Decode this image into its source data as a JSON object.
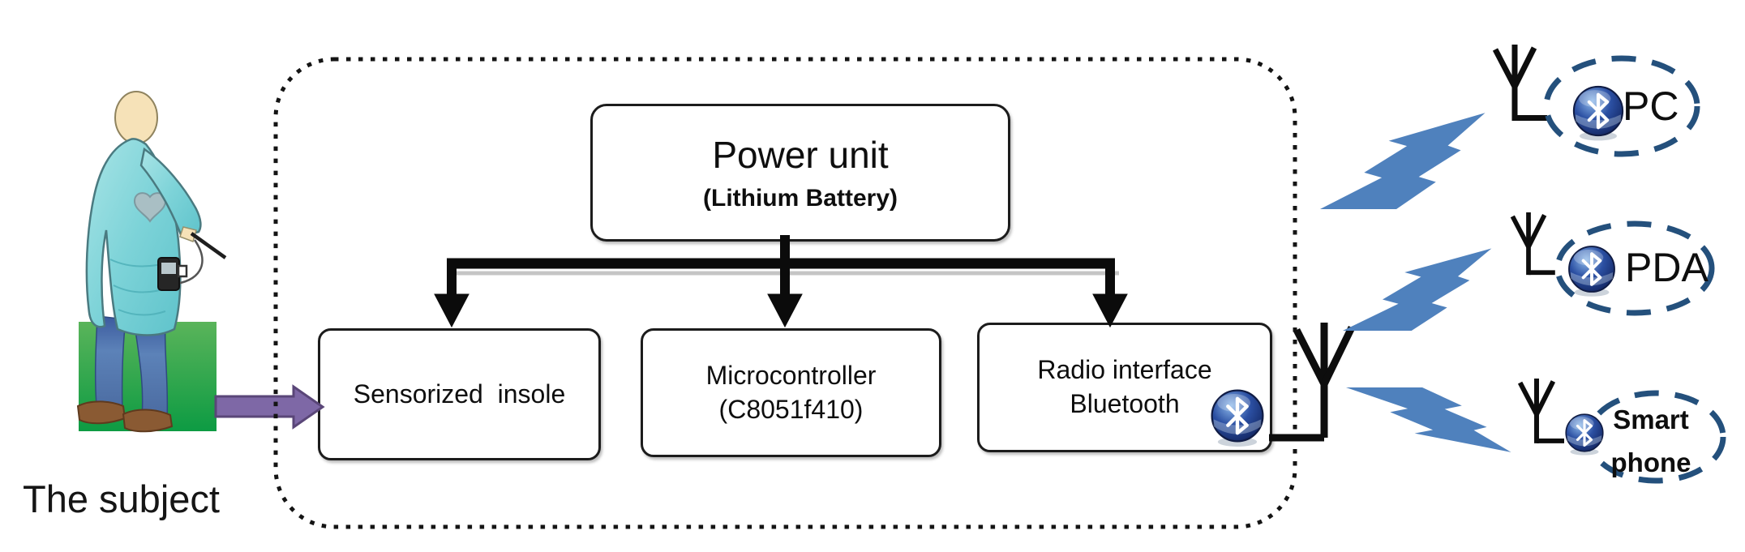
{
  "subject": {
    "label": "The subject"
  },
  "system": {
    "power_unit": {
      "title": "Power unit",
      "subtitle": "(Lithium Battery)"
    },
    "modules": {
      "sensorized_insole": {
        "label": "Sensorized  insole"
      },
      "microcontroller": {
        "line1": "Microcontroller",
        "line2": "(C8051f410)"
      },
      "radio_interface": {
        "line1": "Radio interface",
        "line2": "Bluetooth"
      }
    }
  },
  "remote_devices": {
    "pc": {
      "label": "PC"
    },
    "pda": {
      "label": "PDA"
    },
    "smartphone": {
      "line1": "Smart",
      "line2": "phone"
    }
  },
  "icons": {
    "bluetooth": "bluetooth-icon",
    "antenna": "antenna-icon",
    "wireless_link": "lightning-bolt-icon",
    "subject_arrow": "purple-arrow-icon"
  },
  "colors": {
    "bolt_fill": "#4f81bd",
    "bolt_stroke": "#35618f",
    "dashed_ellipse": "#24507c",
    "purple_arrow": "#7e68a6",
    "connector_black": "#0d0d0d",
    "box_border": "#1c1c1c",
    "shirt_teal": "#7dd3d8",
    "jeans_blue": "#5c82b8",
    "grass_green": "#2aa347",
    "bluetooth_sphere": "#2b4fa2"
  }
}
